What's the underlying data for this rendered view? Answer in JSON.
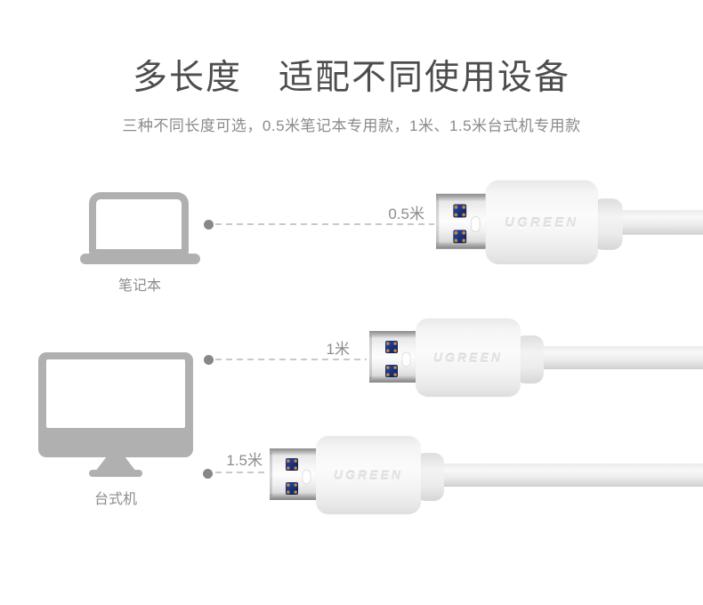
{
  "header": {
    "title": "多长度　适配不同使用设备",
    "subtitle": "三种不同长度可选，0.5米笔记本专用款，1米、1.5米台式机专用款"
  },
  "devices": {
    "laptop": {
      "label": "笔记本"
    },
    "desktop": {
      "label": "台式机"
    }
  },
  "cables": [
    {
      "length": "0.5米",
      "brand": "UGREEN"
    },
    {
      "length": "1米",
      "brand": "UGREEN"
    },
    {
      "length": "1.5米",
      "brand": "UGREEN"
    }
  ],
  "colors": {
    "background": "#ffffff",
    "title_text": "#4d4d4d",
    "subtitle_text": "#8a8a8a",
    "device_icon_gray": "#b0b0b0",
    "label_gray": "#8c8c8c",
    "leader_dot": "#878787",
    "leader_dash": "#c9c9c9",
    "usb_pin_blue": "#16307c",
    "usb_pin_contact_orange": "#c9873f",
    "cable_white": "#f2f2f2",
    "plug_metal": "#e7e7e7"
  }
}
